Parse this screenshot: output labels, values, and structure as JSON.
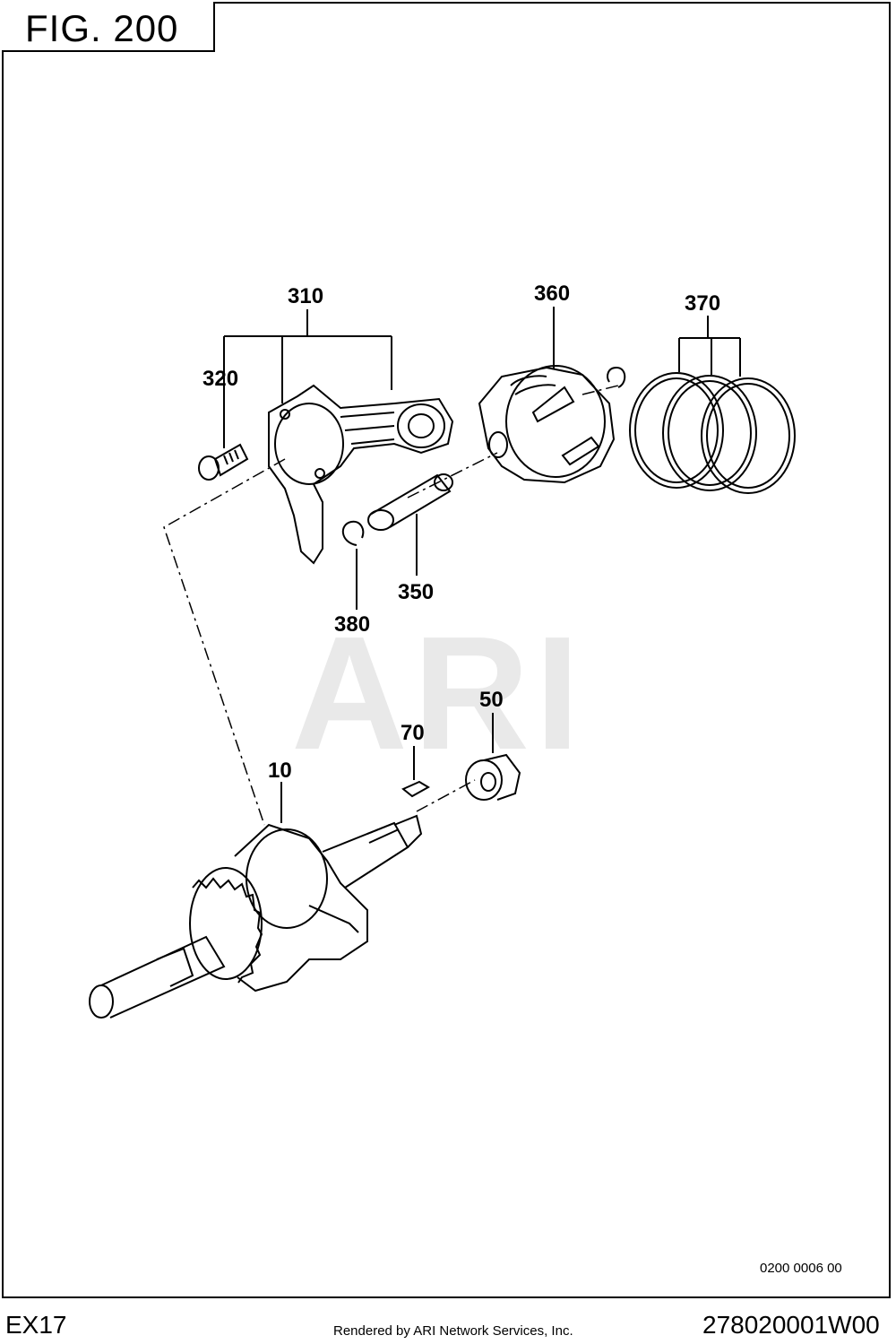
{
  "figure": {
    "title": "FIG.  200"
  },
  "watermark": "ARI",
  "callouts": {
    "c310": "310",
    "c320": "320",
    "c360": "360",
    "c370": "370",
    "c350": "350",
    "c380": "380",
    "c50": "50",
    "c70": "70",
    "c10": "10"
  },
  "diagram_code": "0200 0006 00",
  "footer": {
    "model": "EX17",
    "rendered_by": "Rendered by ARI Network Services, Inc.",
    "part_number": "278020001W00"
  }
}
